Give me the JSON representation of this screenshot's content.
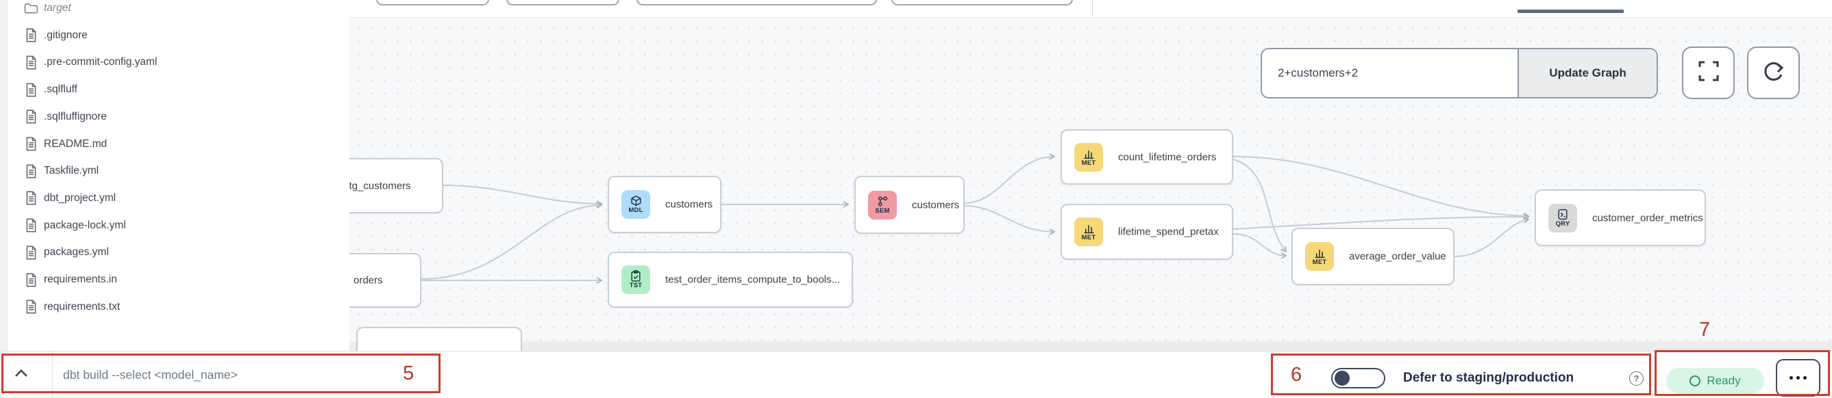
{
  "sidebar": {
    "items": [
      {
        "label": "target",
        "type": "folder"
      },
      {
        "label": ".gitignore",
        "type": "file"
      },
      {
        "label": ".pre-commit-config.yaml",
        "type": "file"
      },
      {
        "label": ".sqlfluff",
        "type": "file"
      },
      {
        "label": ".sqlfluffignore",
        "type": "file"
      },
      {
        "label": "README.md",
        "type": "file"
      },
      {
        "label": "Taskfile.yml",
        "type": "file"
      },
      {
        "label": "dbt_project.yml",
        "type": "file"
      },
      {
        "label": "package-lock.yml",
        "type": "file"
      },
      {
        "label": "packages.yml",
        "type": "file"
      },
      {
        "label": "requirements.in",
        "type": "file"
      },
      {
        "label": "requirements.txt",
        "type": "file"
      }
    ]
  },
  "graph": {
    "controls": {
      "selector_value": "2+customers+2",
      "update_button_label": "Update Graph"
    },
    "nodes": [
      {
        "id": "stg_customers",
        "label": "stg_customers",
        "badge": null,
        "badge_bg": null
      },
      {
        "id": "orders",
        "label": "orders",
        "badge": null,
        "badge_bg": null
      },
      {
        "id": "partial_card",
        "label": "",
        "badge": null,
        "badge_bg": null
      },
      {
        "id": "customers_model",
        "label": "customers",
        "badge": "MDL",
        "badge_bg": "#aedcfa"
      },
      {
        "id": "test_order_items",
        "label": "test_order_items_compute_to_bools...",
        "badge": "TST",
        "badge_bg": "#aeeec6"
      },
      {
        "id": "customers_semantic",
        "label": "customers",
        "badge": "SEM",
        "badge_bg": "#ef9aa4"
      },
      {
        "id": "count_lifetime_orders",
        "label": "count_lifetime_orders",
        "badge": "MET",
        "badge_bg": "#f6d878"
      },
      {
        "id": "lifetime_spend_pretax",
        "label": "lifetime_spend_pretax",
        "badge": "MET",
        "badge_bg": "#f6d878"
      },
      {
        "id": "average_order_value",
        "label": "average_order_value",
        "badge": "MET",
        "badge_bg": "#f6d878"
      },
      {
        "id": "customer_order_metrics",
        "label": "customer_order_metrics",
        "badge": "QRY",
        "badge_bg": "#d8d9db"
      }
    ],
    "edges": [
      [
        "stg_customers",
        "customers_model"
      ],
      [
        "orders",
        "customers_model"
      ],
      [
        "orders",
        "test_order_items"
      ],
      [
        "customers_model",
        "customers_semantic"
      ],
      [
        "customers_semantic",
        "count_lifetime_orders"
      ],
      [
        "customers_semantic",
        "lifetime_spend_pretax"
      ],
      [
        "count_lifetime_orders",
        "customer_order_metrics"
      ],
      [
        "count_lifetime_orders",
        "average_order_value"
      ],
      [
        "lifetime_spend_pretax",
        "customer_order_metrics"
      ],
      [
        "lifetime_spend_pretax",
        "average_order_value"
      ],
      [
        "average_order_value",
        "customer_order_metrics"
      ]
    ]
  },
  "bottombar": {
    "command_placeholder": "dbt build --select <model_name>",
    "defer_toggle_label": "Defer to staging/production",
    "help_icon_glyph": "?",
    "status_label": "Ready"
  },
  "annotations": {
    "box5": "5",
    "box6": "6",
    "box7": "7"
  },
  "colors": {
    "annotation_red": "#cd3d2d",
    "ready_green_bg": "#d9f6e5",
    "ready_green_text": "#2a9467",
    "toggle_knob": "#3e4a5c",
    "tab_indicator": "#5c6a80"
  }
}
